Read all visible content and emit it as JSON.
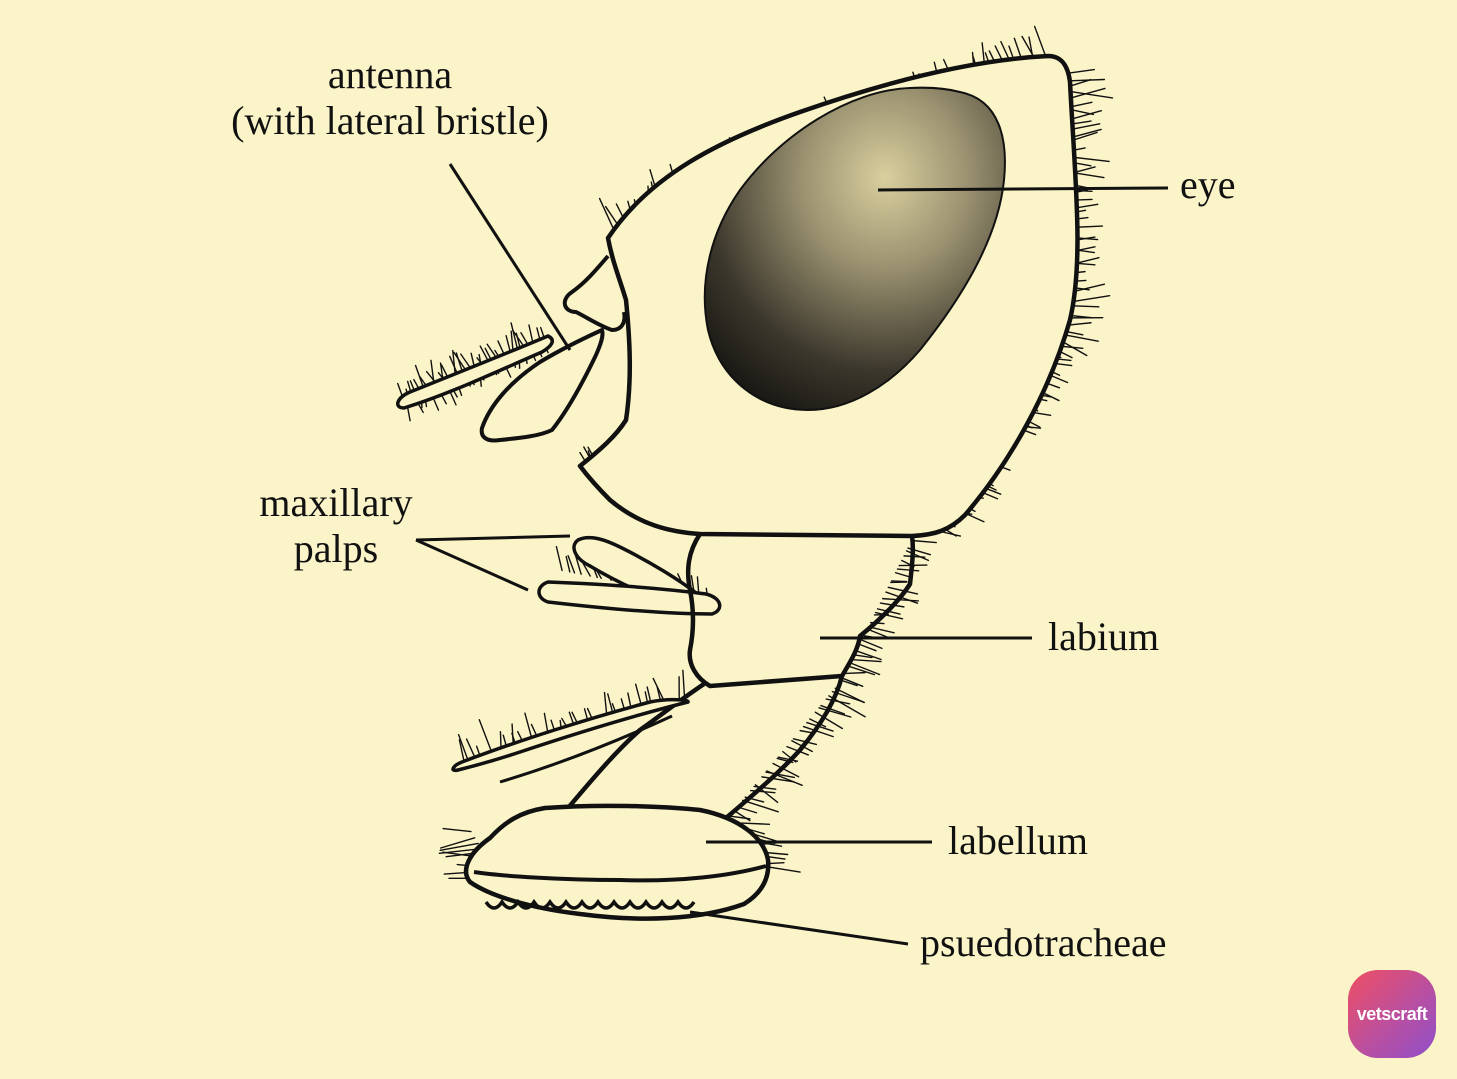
{
  "labels": {
    "antenna": [
      "antenna",
      "(with lateral bristle)"
    ],
    "eye": "eye",
    "maxillary_palps": [
      "maxillary",
      "palps"
    ],
    "labium": "labium",
    "labellum": "labellum",
    "pseudotracheae": "psuedotracheae"
  },
  "logo": {
    "text": "vetscraft"
  },
  "colors": {
    "background": "#fbf4c8",
    "ink": "#111111",
    "logo_start": "#ef4f62",
    "logo_end": "#8f4fc9"
  }
}
